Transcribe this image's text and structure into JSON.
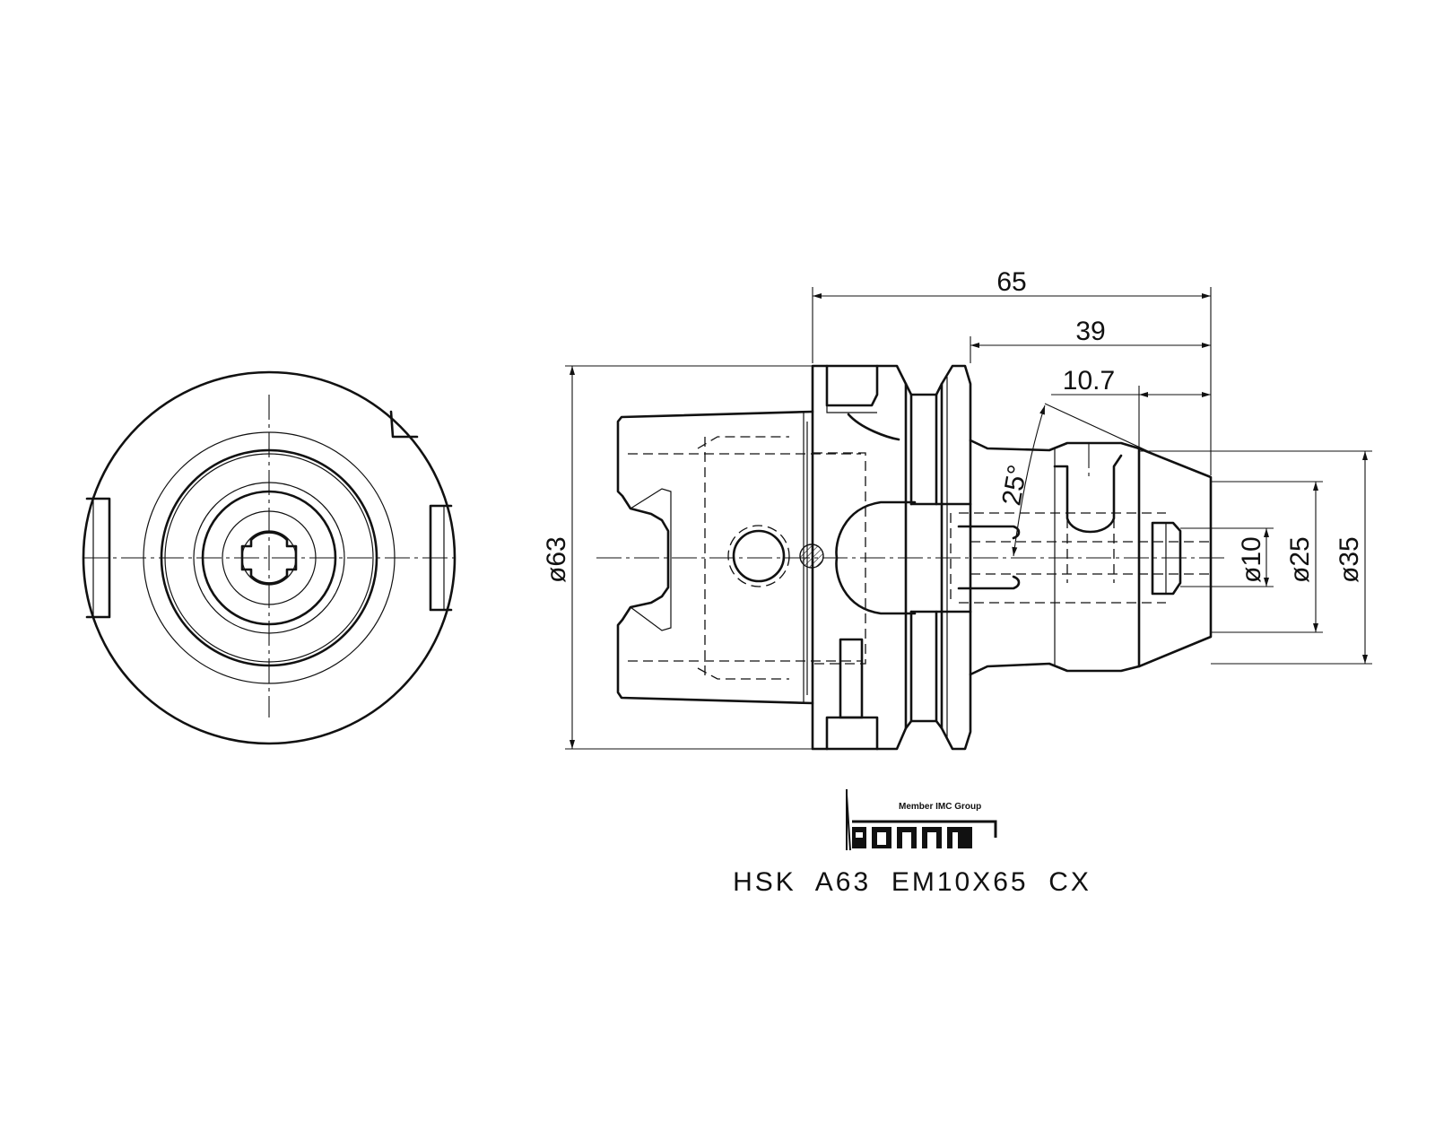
{
  "dimensions": {
    "length_total": "65",
    "length_shank": "39",
    "length_nose": "10.7",
    "angle": "25°",
    "dia_flange": "ø63",
    "dia_bore": "ø10",
    "dia_nose_front": "ø25",
    "dia_nose_rear": "ø35"
  },
  "logo": {
    "tagline": "Member IMC Group",
    "brand": "iscar"
  },
  "product_code": "HSK  A63  EM10X65  CX"
}
